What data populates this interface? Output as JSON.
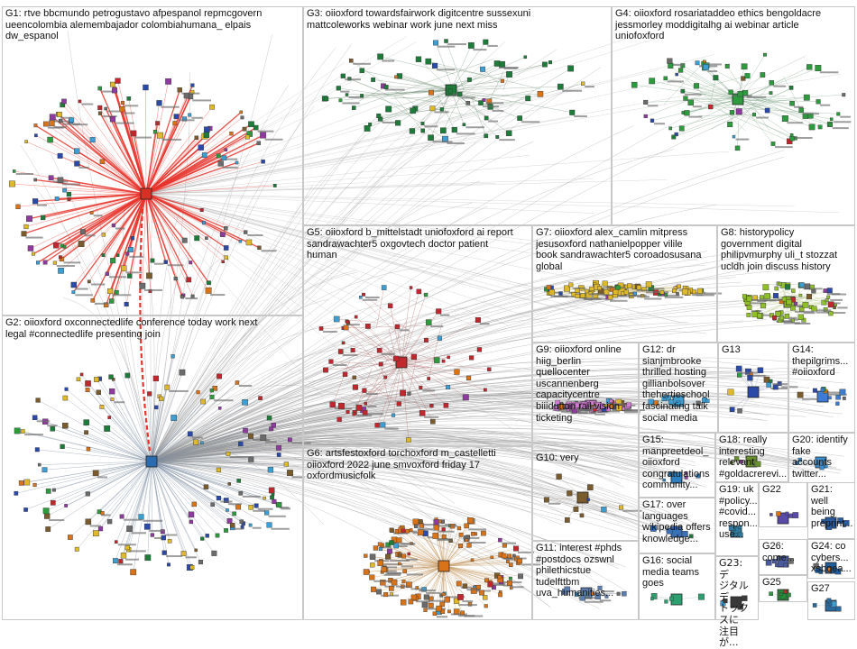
{
  "groups": [
    {
      "id": "G1",
      "label": "G1: rtve bbcmundo petrogustavo afpespanol repmcgovern\nueencolombia alemembajador colombiahumana_ elpais\ndw_espanol",
      "color": "#7b2ca0",
      "hub_color": "#d93025",
      "edges": "#e8322a",
      "kind": "hub"
    },
    {
      "id": "G2",
      "label": "G2: oiioxford oxconnectedlife conference today work next\nlegal #connectedlife presenting join",
      "color": "#2b6cb0",
      "hub_color": "#2b6cb0",
      "edges": "#7a8aa0",
      "kind": "hub"
    },
    {
      "id": "G3",
      "label": "G3: oiioxford towardsfairwork digitcentre sussexuni\nmattcoleworks webinar work june next miss",
      "color": "#1e7b3a",
      "hub_color": "#1e7b3a",
      "edges": "#6f8f75",
      "kind": "cluster"
    },
    {
      "id": "G4",
      "label": "G4: oiioxford rosariataddeo ethics bengoldacre\njessmorley moddigitalhg ai webinar article\nuniofoxford",
      "color": "#2e9a3e",
      "hub_color": "#2e9a3e",
      "edges": "#7fa585",
      "kind": "cluster"
    },
    {
      "id": "G5",
      "label": "G5: oiioxford b_mittelstadt uniofoxford ai report\nsandrawachter5 oxgovtech doctor patient\nhuman",
      "color": "#c0282d",
      "hub_color": "#c0282d",
      "edges": "#b56a6a",
      "kind": "cluster"
    },
    {
      "id": "G6",
      "label": "G6: artsfestoxford torchoxford m_castelletti\noiioxford 2022 june smvoxford friday 17\noxfordmusicfolk",
      "color": "#d9731a",
      "hub_color": "#d9731a",
      "edges": "#c79a63",
      "kind": "hub"
    },
    {
      "id": "G7",
      "label": "G7: oiioxford alex_camlin mitpress\njesusoxford nathanielpopper vilile\nbook sandrawachter5 coroadosusana\nglobal",
      "color": "#e0b92a",
      "hub_color": "#e0b92a",
      "edges": "#d9c98a",
      "kind": "cluster"
    },
    {
      "id": "G8",
      "label": "G8: historypolicy\ngovernment digital\nphilipvmurphy uli_t stozzat\nucldh join discuss history",
      "color": "#8fbf2a",
      "hub_color": "#8fbf2a",
      "edges": "#b6c98a",
      "kind": "cluster"
    },
    {
      "id": "G9",
      "label": "G9: oiioxford online\nhiig_berlin\nquellocenter\nuscannenberg\ncapacitycentre\nbiiidutton rail vision\nticketing",
      "color": "#d27bd4",
      "hub_color": "#d27bd4",
      "edges": "#d7a9d8",
      "kind": "cluster"
    },
    {
      "id": "G10",
      "label": "G10: very",
      "color": "#7a5b2e",
      "hub_color": "#7a5b2e",
      "edges": "#a38f70",
      "kind": "small"
    },
    {
      "id": "G11",
      "label": "G11: interest #phds\n#postdocs ozswnl\nphilethicstue\ntudelfttbm\nuva_humanities...",
      "color": "#5b7db0",
      "hub_color": "#5b7db0",
      "edges": "#9aa9c2",
      "kind": "small"
    },
    {
      "id": "G12",
      "label": "G12: dr\nsianjmbrooke\nthrilled hosting\ngillianbolsover\nthehertieschool\nfascinating talk\nsocial media",
      "color": "#3d9ed4",
      "hub_color": "#3d9ed4",
      "edges": "#9fc5db",
      "kind": "small"
    },
    {
      "id": "G13",
      "label": "G13",
      "color": "#2b4aa8",
      "hub_color": "#2b4aa8",
      "edges": "#8f9ac2",
      "kind": "star"
    },
    {
      "id": "G14",
      "label": "G14:\nthepilgrims...\n#oiioxford",
      "color": "#3d7bd4",
      "hub_color": "#3d7bd4",
      "edges": "#9fb4d8",
      "kind": "small"
    },
    {
      "id": "G15",
      "label": "G15:\nmanpreetdeol_\noiioxford\ncongratulations\ncommunity...",
      "color": "#2e7fbf",
      "hub_color": "#2e7fbf",
      "edges": "#a5bfd5",
      "kind": "tiny"
    },
    {
      "id": "G16",
      "label": "G16: social\nmedia teams\ngoes",
      "color": "#2ea06f",
      "hub_color": "#2ea06f",
      "edges": "#9ac7b2",
      "kind": "tiny"
    },
    {
      "id": "G17",
      "label": "G17: over\nlanguages\nwikipedia offers\nknowledge...",
      "color": "#3d6fb5",
      "hub_color": "#3d6fb5",
      "edges": "#a8b9d3",
      "kind": "tiny"
    },
    {
      "id": "G18",
      "label": "G18: really\ninteresting\nrelevant\n#goldacrerevi...",
      "color": "#6a8f2e",
      "hub_color": "#6a8f2e",
      "edges": "#b1c393",
      "kind": "tiny"
    },
    {
      "id": "G19",
      "label": "G19: uk\n#policy...\n#covid...\nrespon...\nuse...",
      "color": "#2f7a9e",
      "hub_color": "#2f7a9e",
      "edges": "#9fbccb",
      "kind": "tiny"
    },
    {
      "id": "G20",
      "label": "G20: identify\nfake\naccounts\ntwitter...",
      "color": "#3b8fd0",
      "hub_color": "#3b8fd0",
      "edges": "#a4c1da",
      "kind": "tiny"
    },
    {
      "id": "G21",
      "label": "G21:\nwell\nbeing\npreprint...",
      "color": "#2a5b9e",
      "hub_color": "#2a5b9e",
      "edges": "#9fb0cb",
      "kind": "tiny"
    },
    {
      "id": "G22",
      "label": "G22",
      "color": "#5a4aa8",
      "hub_color": "#5a4aa8",
      "edges": "#a9a0cf",
      "kind": "tiny"
    },
    {
      "id": "G23",
      "label": "G23: デ\nジタルデ\nトックスに\n注目が...",
      "color": "#3a3a3a",
      "hub_color": "#3a3a3a",
      "edges": "#b0b0b0",
      "kind": "tiny",
      "cjk": true
    },
    {
      "id": "G24",
      "label": "G24: co\ncybers...\nxsbqea...",
      "color": "#1f5f9e",
      "hub_color": "#1f5f9e",
      "edges": "#9cb3cc",
      "kind": "tiny"
    },
    {
      "id": "G25",
      "label": "G25",
      "color": "#2a8a3a",
      "hub_color": "#2a8a3a",
      "edges": "#9cc3a3",
      "kind": "tiny"
    },
    {
      "id": "G26",
      "label": "G26:\ncome...",
      "color": "#4a5a9e",
      "hub_color": "#4a5a9e",
      "edges": "#a6adcb",
      "kind": "tiny"
    },
    {
      "id": "G27",
      "label": "G27",
      "color": "#2a6a9e",
      "hub_color": "#2a6a9e",
      "edges": "#9cb6cb",
      "kind": "tiny"
    }
  ]
}
